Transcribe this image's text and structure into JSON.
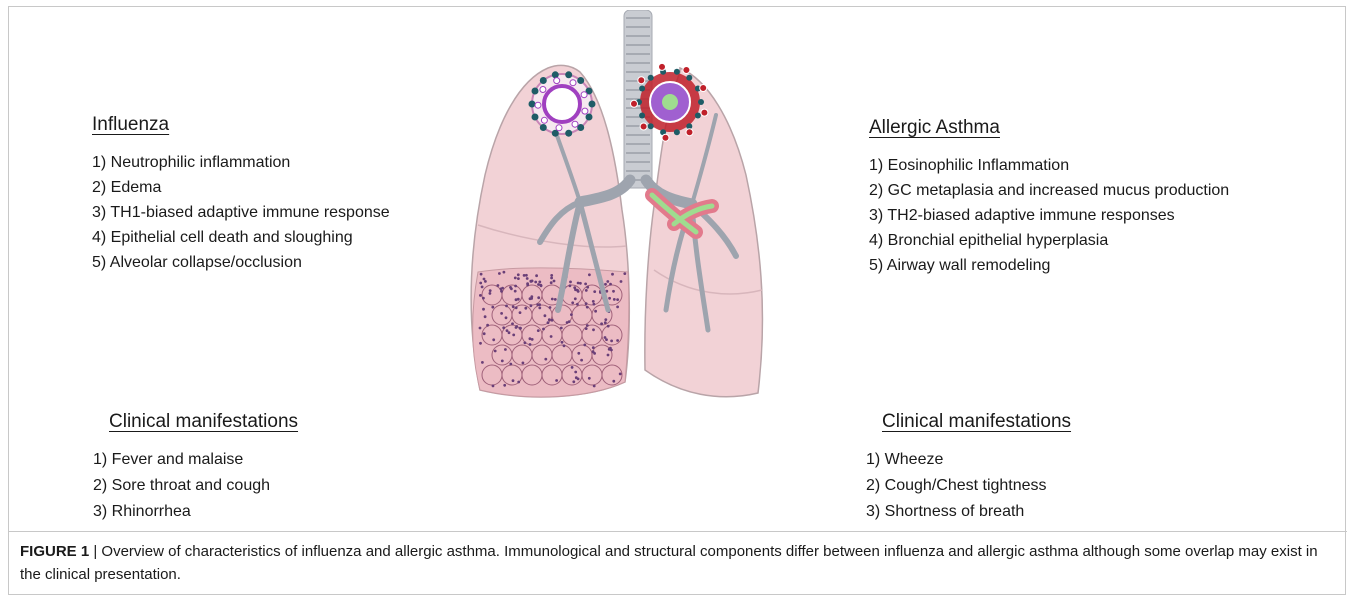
{
  "influenza": {
    "heading": "Influenza",
    "items": [
      "1) Neutrophilic inflammation",
      "2) Edema",
      "3) TH1-biased adaptive immune response",
      "4) Epithelial cell death and sloughing",
      "5) Alveolar collapse/occlusion"
    ]
  },
  "asthma": {
    "heading": "Allergic Asthma",
    "items": [
      "1) Eosinophilic Inflammation",
      "2) GC metaplasia and increased mucus production",
      "3) TH2-biased adaptive immune responses",
      "4) Bronchial epithelial hyperplasia",
      "5) Airway wall remodeling"
    ]
  },
  "clinical_left": {
    "heading": "Clinical manifestations",
    "items": [
      "1) Fever and malaise",
      "2) Sore throat and cough",
      "3) Rhinorrhea"
    ]
  },
  "clinical_right": {
    "heading": "Clinical manifestations",
    "items": [
      "1) Wheeze",
      "2) Cough/Chest tightness",
      "3) Shortness of breath"
    ]
  },
  "caption": {
    "label": "FIGURE 1",
    "separator": " | ",
    "text": "Overview of characteristics of influenza and allergic asthma. Immunological and structural components differ between influenza and allergic asthma although some overlap may exist in the clinical presentation."
  },
  "colors": {
    "lung_fill": "#f2d2d6",
    "lung_stroke": "#b9a4a8",
    "trachea": "#c9ccd2",
    "airway": "#9ea4ae",
    "inflamed": "#e27a8c",
    "infiltrate": "#6a3f78",
    "mucus": "#9fdc8f",
    "eosinophil": "#c0202a",
    "neutrophil": "#1e5c66",
    "alveolus_ring": "#a040c0"
  }
}
